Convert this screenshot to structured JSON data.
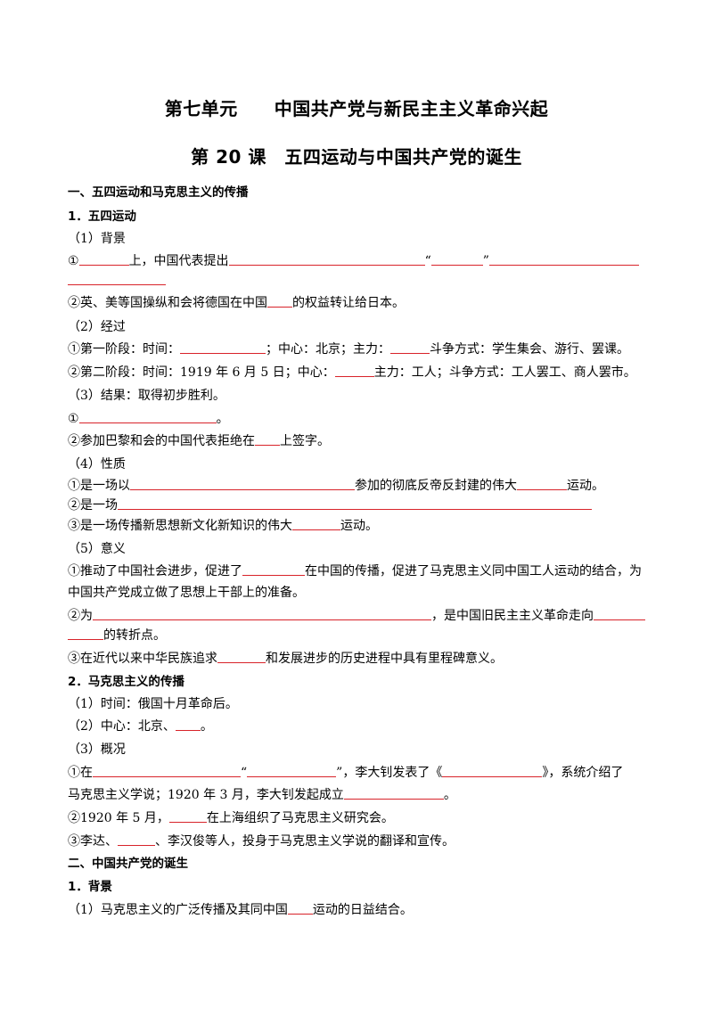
{
  "title_unit": "第七单元　　中国共产党与新民主主义革命兴起",
  "title_lesson": "第 20 课　五四运动与中国共产党的诞生",
  "s1": {
    "heading": "一、五四运动和马克思主义的传播",
    "h1": "1．五四运动",
    "bg": "（1）背景",
    "bg1_a": "①",
    "bg1_b": "上，中国代表提出",
    "bg1_c": "“",
    "bg1_d": "”",
    "bg2": "②英、美等国操纵和会将德国在中国",
    "bg2_b": "的权益转让给日本。",
    "proc": "（2）经过",
    "p1_a": "①第一阶段：时间：",
    "p1_b": "；中心：北京；主力：",
    "p1_c": "斗争方式：学生集会、游行、罢课。",
    "p2_a": "②第二阶段：时间：1919 年 6 月 5 日；中心：",
    "p2_b": "主力：工人；斗争方式：工人罢工、商人罢市。",
    "res": "（3）结果：取得初步胜利。",
    "r1_a": "①",
    "r1_b": "。",
    "r2_a": "②参加巴黎和会的中国代表拒绝在",
    "r2_b": "上签字。",
    "nat": "（4）性质",
    "n1_a": "①是一场以",
    "n1_b": "参加的彻底反帝反封建的伟大",
    "n1_c": "运动。",
    "n2_a": "②是一场",
    "n3_a": "③是一场传播新思想新文化新知识的伟大",
    "n3_b": "运动。",
    "sig": "（5）意义",
    "m1_a": "①推动了中国社会进步，促进了",
    "m1_b": "在中国的传播，促进了马克思主义同中国工人运动的结合，为",
    "m1_c": "中国共产党成立做了思想上干部上的准备。",
    "m2_a": "②为",
    "m2_b": "，是中国旧民主主义革命走向",
    "m2_c": "的转折点。",
    "m3_a": "③在近代以来中华民族追求",
    "m3_b": "和发展进步的历史进程中具有里程碑意义。",
    "h2": "2．马克思主义的传播",
    "t1": "（1）时间：俄国十月革命后。",
    "t2_a": "（2）中心：北京、",
    "t2_b": "。",
    "t3": "（3）概况",
    "o1_a": "①在",
    "o1_b": "“",
    "o1_c": "”，李大钊发表了《",
    "o1_d": "》，系统介绍了",
    "o1_e": "马克思主义学说；1920 年 3 月，李大钊发起成立",
    "o1_f": "。",
    "o2_a": "②1920 年 5 月，",
    "o2_b": "在上海组织了马克思主义研究会。",
    "o3_a": "③李达、",
    "o3_b": "、李汉俊等人，投身于马克思主义学说的翻译和宣传。"
  },
  "s2": {
    "heading": "二、中国共产党的诞生",
    "h1": "1．背景",
    "b1_a": "（1）马克思主义的广泛传播及其同中国",
    "b1_b": "运动的日益结合。"
  },
  "colors": {
    "blank_line": "#d8232a",
    "text": "#000000"
  }
}
